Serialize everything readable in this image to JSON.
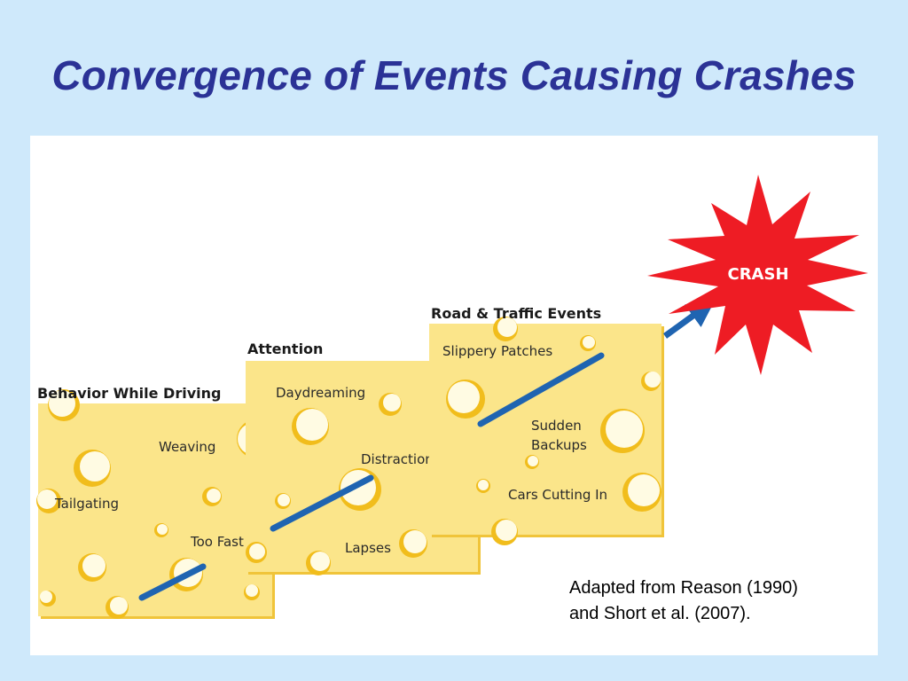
{
  "slide": {
    "title": "Convergence of Events Causing Crashes"
  },
  "diagram": {
    "layers": [
      {
        "title": "Behavior While Driving",
        "events": [
          "Weaving",
          "Tailgating",
          "Too Fast"
        ]
      },
      {
        "title": "Attention",
        "events": [
          "Daydreaming",
          "Distraction",
          "Lapses"
        ]
      },
      {
        "title": "Road & Traffic Events",
        "events": [
          "Slippery Patches",
          "Sudden",
          "Backups",
          "Cars Cutting In"
        ]
      }
    ],
    "outcome": "CRASH",
    "caption_line1": "Adapted from Reason (1990)",
    "caption_line2": "and Short et al. (2007)."
  },
  "colors": {
    "background": "#cfe9fb",
    "title": "#2b3296",
    "cheese": "#fbe58a",
    "cheese_edge": "#f0c43a",
    "hole": "#fffbe3",
    "hole_shadow": "#f1bd1c",
    "trajectory": "#1f64b1",
    "crash": "#ee1c24"
  }
}
